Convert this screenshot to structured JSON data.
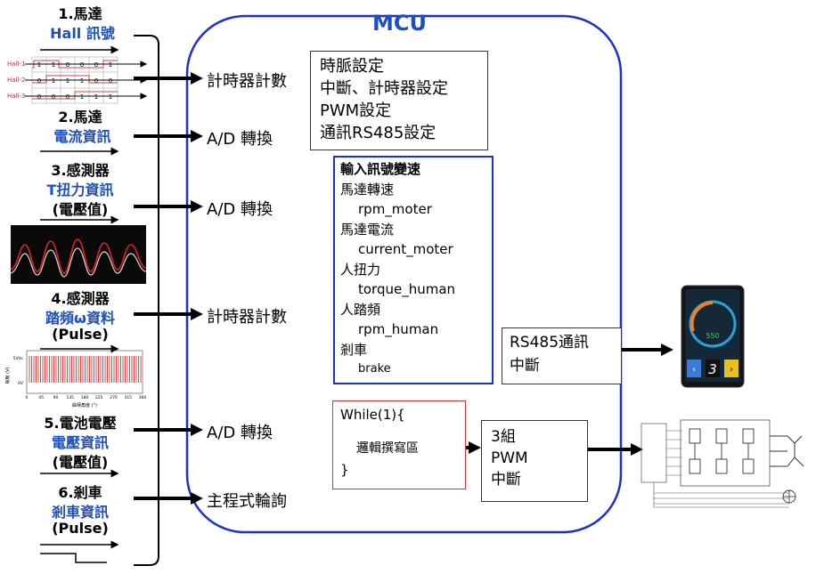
{
  "mcu": {
    "title": "MCU"
  },
  "inputs": [
    {
      "line1": "1.馬達",
      "line2": "Hall 訊號"
    },
    {
      "line1": "2.馬達",
      "line2": "電流資訊"
    },
    {
      "line1": "3.感測器",
      "line2": "T扭力資訊",
      "line3": "(電壓值)"
    },
    {
      "line1": "4.感測器",
      "line2": "踏頻ω資料",
      "line3": "(Pulse)"
    },
    {
      "line1": "5.電池電壓",
      "line2": "電壓資訊",
      "line3": "(電壓值)"
    },
    {
      "line1": "6.剎車",
      "line2": "剎車資訊",
      "line3": "(Pulse)"
    }
  ],
  "hall_table": {
    "rows": [
      {
        "name": "Hall-1",
        "bits": [
          "1",
          "1",
          "0",
          "0",
          "0",
          "1"
        ]
      },
      {
        "name": "Hall-2",
        "bits": [
          "0",
          "1",
          "1",
          "1",
          "0",
          "0"
        ]
      },
      {
        "name": "Hall-3",
        "bits": [
          "0",
          "0",
          "0",
          "1",
          "1",
          "1"
        ]
      }
    ]
  },
  "pulse_chart": {
    "ylabel": "電壓 (V)",
    "y_ticks": [
      "5Vdc",
      "0V"
    ],
    "x_ticks": [
      "0",
      "45",
      "90",
      "135",
      "180",
      "225",
      "270",
      "315",
      "360"
    ],
    "xlabel": "曲柄角度 (°)"
  },
  "mcu_labels": [
    "計時器計數",
    "A/D 轉換",
    "A/D 轉換",
    "計時器計數",
    "A/D 轉換",
    "主程式輪詢"
  ],
  "init_box": {
    "lines": [
      "時脈設定",
      "中斷、計時器設定",
      "PWM設定",
      "通訊RS485設定"
    ]
  },
  "var_box": {
    "title": "輸入訊號變速",
    "items": [
      "馬達轉速",
      "rpm_moter",
      "馬達電流",
      "current_moter",
      "人扭力",
      "torque_human",
      "人踏頻",
      "rpm_human",
      "剎車",
      "brake"
    ]
  },
  "rs485_box": {
    "lines": [
      "RS485通訊",
      "中斷"
    ]
  },
  "while_box": {
    "lines": [
      "While(1){",
      "邏輯撰寫區",
      "}"
    ]
  },
  "pwm_box": {
    "lines": [
      "3組",
      "PWM",
      "中斷"
    ]
  },
  "display": {
    "speed": "550",
    "gear": "3"
  },
  "colors": {
    "mcu_border": "#1a2fd9",
    "mcu_title": "#1f4fc1",
    "var_border": "#1a2fd9",
    "while_border": "#d93030",
    "label_blue": "#1f4fc1"
  }
}
